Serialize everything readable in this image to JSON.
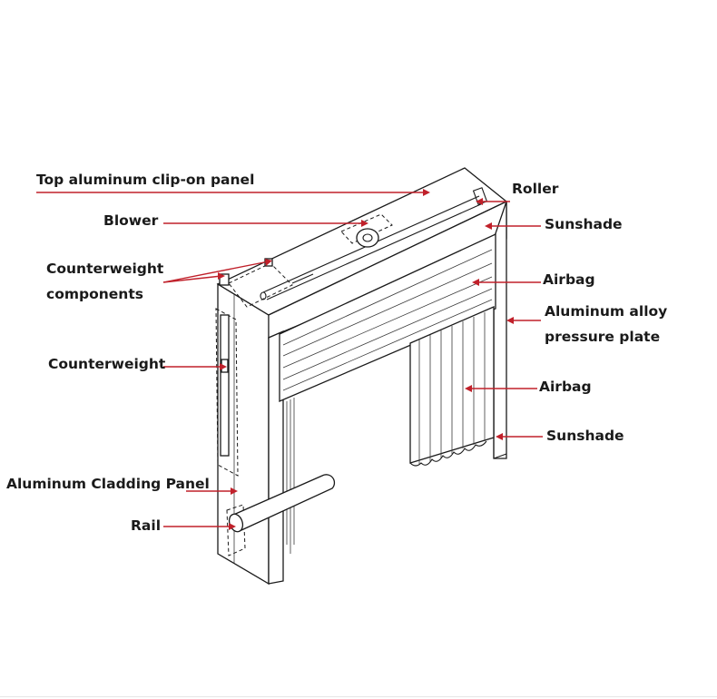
{
  "labels": {
    "top_panel": "Top aluminum clip-on panel",
    "blower": "Blower",
    "counterweight_components_l1": "Counterweight",
    "counterweight_components_l2": "components",
    "counterweight": "Counterweight",
    "cladding_panel": "Aluminum Cladding Panel",
    "rail": "Rail",
    "roller": "Roller",
    "sunshade_top": "Sunshade",
    "airbag_top": "Airbag",
    "pressure_plate_l1": "Aluminum alloy",
    "pressure_plate_l2": "pressure plate",
    "airbag_mid": "Airbag",
    "sunshade_bottom": "Sunshade"
  },
  "colors": {
    "leader": "#c0202a",
    "line": "#1a1a1a",
    "text": "#1a1a1a"
  }
}
